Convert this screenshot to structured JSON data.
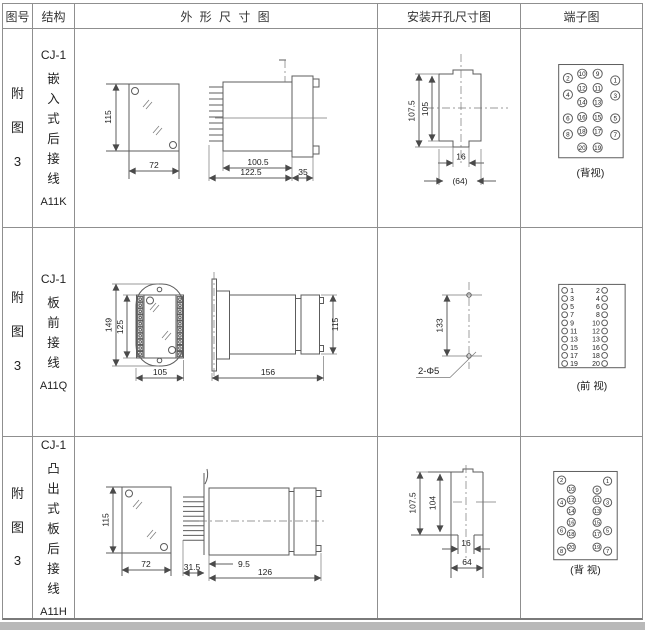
{
  "header": {
    "fig_no": "图号",
    "structure": "结构",
    "outline": "外 形 尺 寸 图",
    "mounting": "安装开孔尺寸图",
    "terminal": "端子图"
  },
  "rows": [
    {
      "fig_no": "附图3",
      "structure": {
        "model": "CJ-1",
        "type": "嵌入式后接线",
        "code": "A11K"
      },
      "outline_dims": {
        "height": "115",
        "width": "72",
        "body_len": "100.5",
        "total_len": "122.5",
        "flange_w": "35"
      },
      "mounting_dims": {
        "outer_h": "107.5",
        "inner_h": "105",
        "slot_w": "16",
        "total_w": "(64)"
      },
      "terminal": {
        "caption": "(背视)",
        "outer_left": [
          "2",
          "4",
          "6",
          "8"
        ],
        "inner_left": [
          "10",
          "12",
          "14",
          "16",
          "18",
          "20"
        ],
        "inner_right": [
          "9",
          "11",
          "13",
          "15",
          "17",
          "19"
        ],
        "outer_right": [
          "1",
          "3",
          "5",
          "7"
        ]
      }
    },
    {
      "fig_no": "附图3",
      "structure": {
        "model": "CJ-1",
        "type": "板前接线",
        "code": "A11Q"
      },
      "outline_dims": {
        "outer_h": "149",
        "inner_h": "125",
        "width": "105",
        "depth": "156",
        "side_h": "115"
      },
      "mounting_dims": {
        "hole_dist": "133",
        "hole_note": "2-Φ5"
      },
      "terminal": {
        "caption": "(前 视)",
        "left": [
          "1",
          "3",
          "5",
          "7",
          "9",
          "11",
          "13",
          "15",
          "17",
          "19"
        ],
        "right": [
          "2",
          "4",
          "6",
          "8",
          "10",
          "12",
          "13",
          "16",
          "18",
          "20"
        ]
      }
    },
    {
      "fig_no": "附图3",
      "structure": {
        "model": "CJ-1",
        "type": "凸出式板后接线",
        "code": "A11H"
      },
      "outline_dims": {
        "height": "115",
        "width": "72",
        "plate_d": "31.5",
        "stub_d": "9.5",
        "body_len": "126"
      },
      "mounting_dims": {
        "outer_h": "107.5",
        "inner_h": "104",
        "slot_w": "16",
        "total_w": "64"
      },
      "terminal": {
        "caption": "(背 视)",
        "outer_left": [
          "2",
          "4",
          "6",
          "8"
        ],
        "inner_left": [
          "10",
          "12",
          "14",
          "16",
          "18",
          "20"
        ],
        "inner_right": [
          "9",
          "11",
          "13",
          "15",
          "17",
          "19"
        ],
        "outer_right": [
          "1",
          "3",
          "5",
          "7"
        ]
      }
    }
  ]
}
